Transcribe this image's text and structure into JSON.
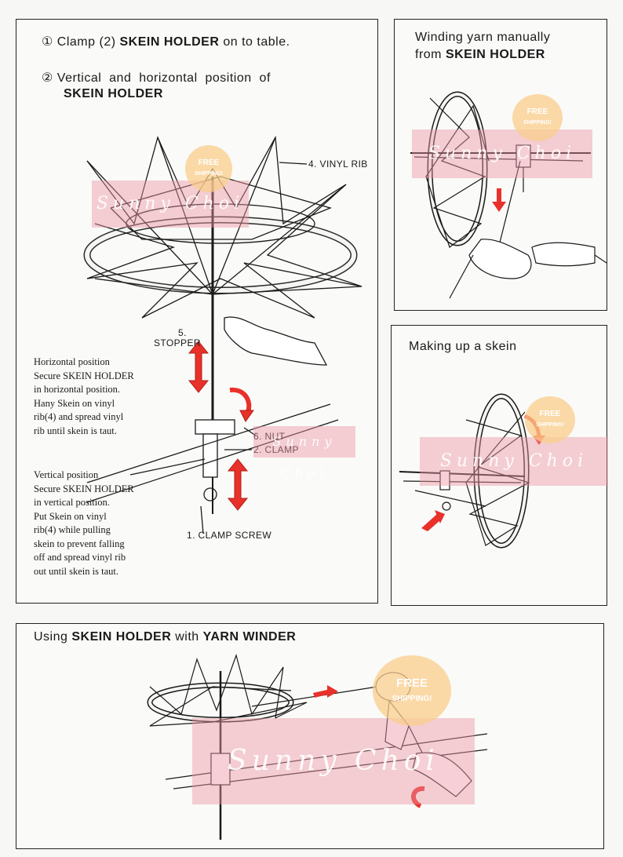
{
  "panel_setup": {
    "step1": {
      "num": "①",
      "text_a": "Clamp",
      "text_b": "(2)",
      "text_bold": "SKEIN HOLDER",
      "text_c": "on to table."
    },
    "step2": {
      "num": "②",
      "text_a": "Vertical  and  horizontal  position  of",
      "text_bold": "SKEIN HOLDER"
    },
    "labels": {
      "vinyl_rib": "4. VINYL RIB",
      "stopper_num": "5.",
      "stopper": "STOPPER",
      "nut": "6. NUT",
      "clamp": "2. CLAMP",
      "clamp_screw": "1. CLAMP SCREW"
    },
    "horizontal_text": [
      "Horizontal position",
      "Secure SKEIN HOLDER",
      "in horizontal position.",
      "Hany Skein on vinyl",
      "rib(4) and spread vinyl",
      "rib until skein is taut."
    ],
    "vertical_text": [
      "Vertical position",
      "Secure SKEIN HOLDER",
      "in vertical position.",
      "Put Skein on vinyl",
      "rib(4) while pulling",
      "skein to prevent falling",
      "off and spread vinyl rib",
      "out until skein is taut."
    ]
  },
  "panel_winding": {
    "title_line1": "Winding yarn manually",
    "title_line2_a": "from",
    "title_line2_bold": "SKEIN HOLDER"
  },
  "panel_skein": {
    "title": "Making up a skein"
  },
  "panel_winder": {
    "title_a": "Using",
    "title_bold1": "SKEIN HOLDER",
    "title_b": "with",
    "title_bold2": "YARN WINDER"
  },
  "watermark": {
    "text": "Sunny Choi",
    "badge_line1": "FREE",
    "badge_line2": "SHIPPING!"
  },
  "colors": {
    "arrow_red": "#e8312a",
    "ink": "#1a1a1a",
    "watermark_pink": "#eb96a5"
  }
}
